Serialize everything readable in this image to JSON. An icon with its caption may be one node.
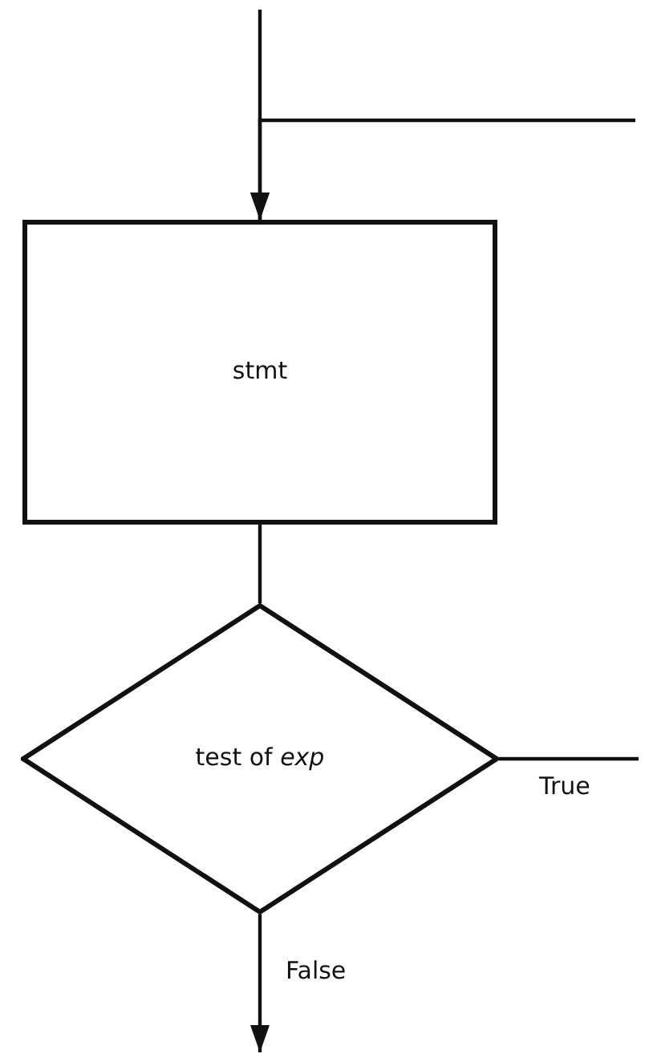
{
  "diagram": {
    "nodes": [
      {
        "text": [
          "stmt"
        ]
      },
      {
        "text": [
          "test of *exp*"
        ]
      }
    ],
    "edges": [
      {
        "from": null,
        "to": 0,
        "arrow": "to"
      },
      {
        "from": null,
        "to": 0,
        "arrow": "to"
      },
      {
        "from": 0,
        "to": 1,
        "arrow": "none"
      },
      {
        "from": 1,
        "to": null,
        "arrow": "none",
        "label": "True"
      },
      {
        "from": 1,
        "to": null,
        "arrow": "to",
        "label": "False"
      }
    ]
  }
}
